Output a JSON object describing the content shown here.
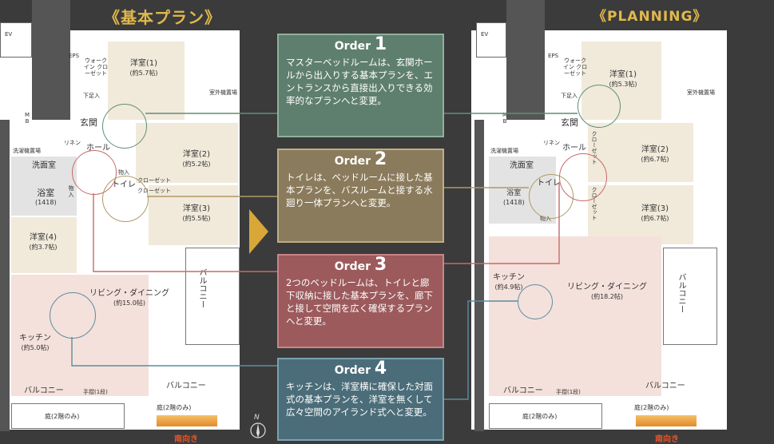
{
  "titles": {
    "left": "《基本プラン》",
    "right": "《PLANNING》"
  },
  "colors": {
    "order1": "#5f7f6e",
    "order2": "#8a7b5c",
    "order3": "#9c5a5c",
    "order4": "#4b6d79",
    "accent": "#e0b84c"
  },
  "left_plan": {
    "ev": "EV",
    "eps": "EPS",
    "mb": "M B",
    "walkin": "ウォークイン クローゼット",
    "shoes": "下足入",
    "entrance": "玄関",
    "hall": "ホール",
    "outdoor_unit": "室外機置場",
    "washroom": "洗面室",
    "bath": "浴室",
    "bath_size": "(1418)",
    "storage": "物入",
    "toilet": "トイレ",
    "closet": "クローゼット",
    "laundry": "洗濯機置場",
    "linen": "リネン",
    "rooms": [
      {
        "name": "洋室(1)",
        "size": "(約5.7帖)"
      },
      {
        "name": "洋室(2)",
        "size": "(約5.2帖)"
      },
      {
        "name": "洋室(3)",
        "size": "(約5.5帖)"
      },
      {
        "name": "洋室(4)",
        "size": "(約3.7帖)"
      },
      {
        "name": "リビング・ダイニング",
        "size": "(約15.0帖)"
      },
      {
        "name": "キッチン",
        "size": "(約5.0帖)"
      }
    ],
    "balcony": "バルコニー",
    "balcony_v": "バルコニー",
    "handrail": "手摺(1段)",
    "garden": "庭(2階のみ)",
    "south": "南向き",
    "compass": "N"
  },
  "right_plan": {
    "ev": "EV",
    "eps": "EPS",
    "mb": "M B",
    "walkin": "ウォークイン クローゼット",
    "shoes": "下足入",
    "entrance": "玄関",
    "hall": "ホール",
    "outdoor_unit": "室外機置場",
    "washroom": "洗面室",
    "bath": "浴室",
    "bath_size": "(1418)",
    "storage": "物入",
    "toilet": "トイレ",
    "closet": "クローゼット",
    "laundry": "洗濯機置場",
    "linen": "リネン",
    "rooms": [
      {
        "name": "洋室(1)",
        "size": "(約5.3帖)"
      },
      {
        "name": "洋室(2)",
        "size": "(約6.7帖)"
      },
      {
        "name": "洋室(3)",
        "size": "(約6.7帖)"
      },
      {
        "name": "キッチン",
        "size": "(約4.9帖)"
      },
      {
        "name": "リビング・ダイニング",
        "size": "(約18.2帖)"
      }
    ],
    "balcony": "バルコニー",
    "balcony_v": "バルコニー",
    "handrail": "手摺(1段)",
    "garden": "庭(2階のみ)",
    "garden2": "庭(2階のみ)",
    "south": "南向き"
  },
  "orders": [
    {
      "label": "Order",
      "num": "1",
      "text": "マスターベッドルームは、玄関ホールから出入りする基本プランを、エントランスから直接出入りできる効率的なプランへと変更。"
    },
    {
      "label": "Order",
      "num": "2",
      "text": "トイレは、ベッドルームに接した基本プランを、バスルームと接する水廻り一体プランへと変更。"
    },
    {
      "label": "Order",
      "num": "3",
      "text": "2つのベッドルームは、トイレと廊下収納に接した基本プランを、廊下と接して空間を広く確保するプランへと変更。"
    },
    {
      "label": "Order",
      "num": "4",
      "text": "キッチンは、洋室横に確保した対面式の基本プランを、洋室を無くして広々空間のアイランド式へと変更。"
    }
  ]
}
